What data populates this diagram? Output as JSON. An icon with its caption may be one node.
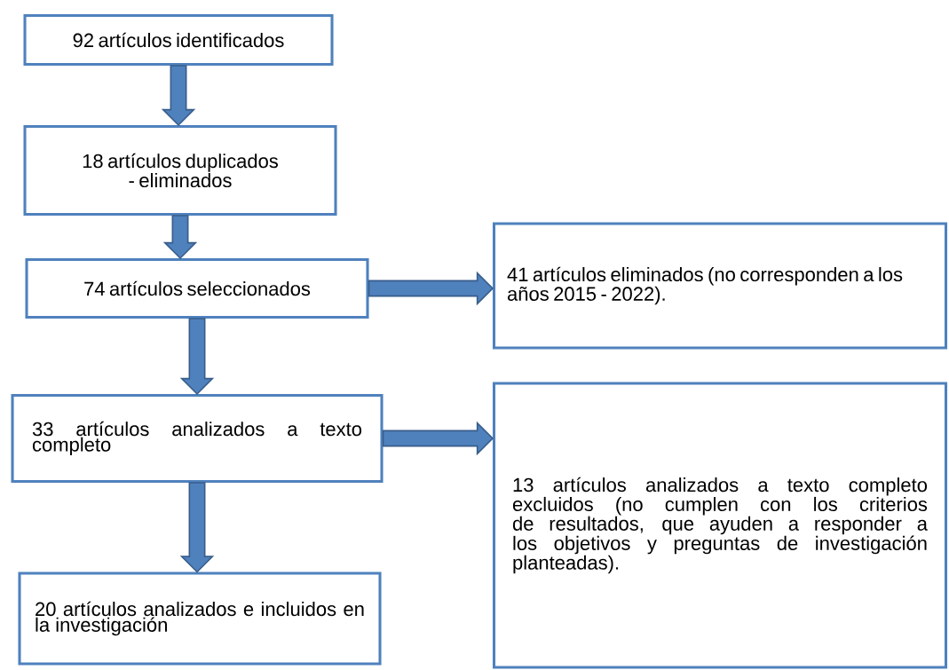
{
  "diagram": {
    "nodes": [
      {
        "text": [
          "92 artículos identificados"
        ]
      },
      {
        "text": [
          "18 artículos duplicados - eliminados"
        ]
      },
      {
        "text": [
          "74 artículos seleccionados"
        ]
      },
      {
        "text": [
          "41 artículos eliminados (no corresponden a los años 2015 - 2022)."
        ]
      },
      {
        "text": [
          "33 artículos analizados a texto completo"
        ]
      },
      {
        "text": [
          "13 artículos analizados a texto completo excluidos (no cumplen con los criterios de resultados, que ayuden a responder a los objetivos y preguntas de investigación planteadas)."
        ]
      },
      {
        "text": [
          "20 artículos analizados e incluidos en la investigación"
        ]
      }
    ],
    "edges": [
      {
        "from": 0,
        "to": 1,
        "arrow": "to"
      },
      {
        "from": 1,
        "to": 2,
        "arrow": "to"
      },
      {
        "from": 2,
        "to": 3,
        "arrow": "to"
      },
      {
        "from": 2,
        "to": 4,
        "arrow": "to"
      },
      {
        "from": 4,
        "to": 5,
        "arrow": "to"
      },
      {
        "from": 4,
        "to": 6,
        "arrow": "to"
      }
    ]
  }
}
